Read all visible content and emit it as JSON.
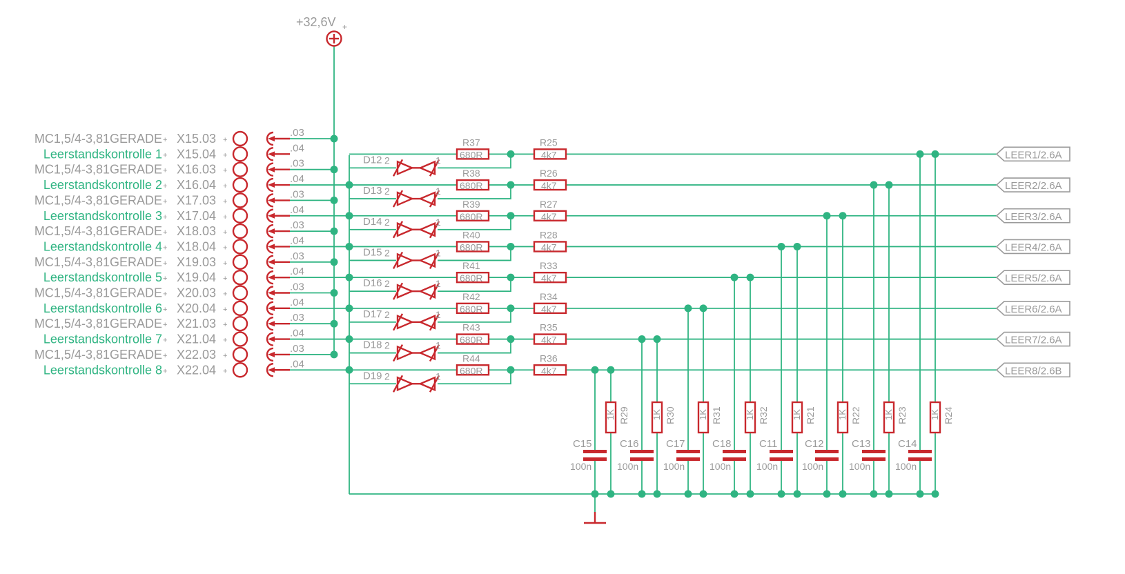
{
  "supply": {
    "label": "+32,6V"
  },
  "connector": {
    "part_label": "MC1,5/4-3,81GERADE",
    "pin_labels": {
      "a": ".03",
      "b": ".04"
    },
    "rows": [
      {
        "pin_a": "X15.03",
        "pin_b": "X15.04",
        "signal": "Leerstandskontrolle 1"
      },
      {
        "pin_a": "X16.03",
        "pin_b": "X16.04",
        "signal": "Leerstandskontrolle 2"
      },
      {
        "pin_a": "X17.03",
        "pin_b": "X17.04",
        "signal": "Leerstandskontrolle 3"
      },
      {
        "pin_a": "X18.03",
        "pin_b": "X18.04",
        "signal": "Leerstandskontrolle 4"
      },
      {
        "pin_a": "X19.03",
        "pin_b": "X19.04",
        "signal": "Leerstandskontrolle 5"
      },
      {
        "pin_a": "X20.03",
        "pin_b": "X20.04",
        "signal": "Leerstandskontrolle 6"
      },
      {
        "pin_a": "X21.03",
        "pin_b": "X21.04",
        "signal": "Leerstandskontrolle 7"
      },
      {
        "pin_a": "X22.03",
        "pin_b": "X22.04",
        "signal": "Leerstandskontrolle 8"
      }
    ]
  },
  "diodes": [
    {
      "name": "D12",
      "pin2": "2",
      "pin1": "1"
    },
    {
      "name": "D13",
      "pin2": "2",
      "pin1": "1"
    },
    {
      "name": "D14",
      "pin2": "2",
      "pin1": "1"
    },
    {
      "name": "D15",
      "pin2": "2",
      "pin1": "1"
    },
    {
      "name": "D16",
      "pin2": "2",
      "pin1": "1"
    },
    {
      "name": "D17",
      "pin2": "2",
      "pin1": "1"
    },
    {
      "name": "D18",
      "pin2": "2",
      "pin1": "1"
    },
    {
      "name": "D19",
      "pin2": "2",
      "pin1": "1"
    }
  ],
  "series_resistors_a": [
    {
      "name": "R37",
      "value": "680R"
    },
    {
      "name": "R38",
      "value": "680R"
    },
    {
      "name": "R39",
      "value": "680R"
    },
    {
      "name": "R40",
      "value": "680R"
    },
    {
      "name": "R41",
      "value": "680R"
    },
    {
      "name": "R42",
      "value": "680R"
    },
    {
      "name": "R43",
      "value": "680R"
    },
    {
      "name": "R44",
      "value": "680R"
    }
  ],
  "series_resistors_b": [
    {
      "name": "R25",
      "value": "4k7"
    },
    {
      "name": "R26",
      "value": "4k7"
    },
    {
      "name": "R27",
      "value": "4k7"
    },
    {
      "name": "R28",
      "value": "4k7"
    },
    {
      "name": "R33",
      "value": "4k7"
    },
    {
      "name": "R34",
      "value": "4k7"
    },
    {
      "name": "R35",
      "value": "4k7"
    },
    {
      "name": "R36",
      "value": "4k7"
    }
  ],
  "outputs": [
    "LEER1/2.6A",
    "LEER2/2.6A",
    "LEER3/2.6A",
    "LEER4/2.6A",
    "LEER5/2.6A",
    "LEER6/2.6A",
    "LEER7/2.6A",
    "LEER8/2.6B"
  ],
  "shunt_resistors": [
    {
      "name": "R29",
      "value": "1K"
    },
    {
      "name": "R30",
      "value": "1K"
    },
    {
      "name": "R31",
      "value": "1K"
    },
    {
      "name": "R32",
      "value": "1K"
    },
    {
      "name": "R21",
      "value": "1K"
    },
    {
      "name": "R22",
      "value": "1K"
    },
    {
      "name": "R23",
      "value": "1K"
    },
    {
      "name": "R24",
      "value": "1K"
    }
  ],
  "capacitors": [
    {
      "name": "C15",
      "value": "100n"
    },
    {
      "name": "C16",
      "value": "100n"
    },
    {
      "name": "C17",
      "value": "100n"
    },
    {
      "name": "C18",
      "value": "100n"
    },
    {
      "name": "C11",
      "value": "100n"
    },
    {
      "name": "C12",
      "value": "100n"
    },
    {
      "name": "C13",
      "value": "100n"
    },
    {
      "name": "C14",
      "value": "100n"
    }
  ],
  "colors": {
    "symbol": "#c8282d",
    "wire": "#2fb482",
    "label": "#9a9a9a",
    "net_label": "#2fb482"
  }
}
